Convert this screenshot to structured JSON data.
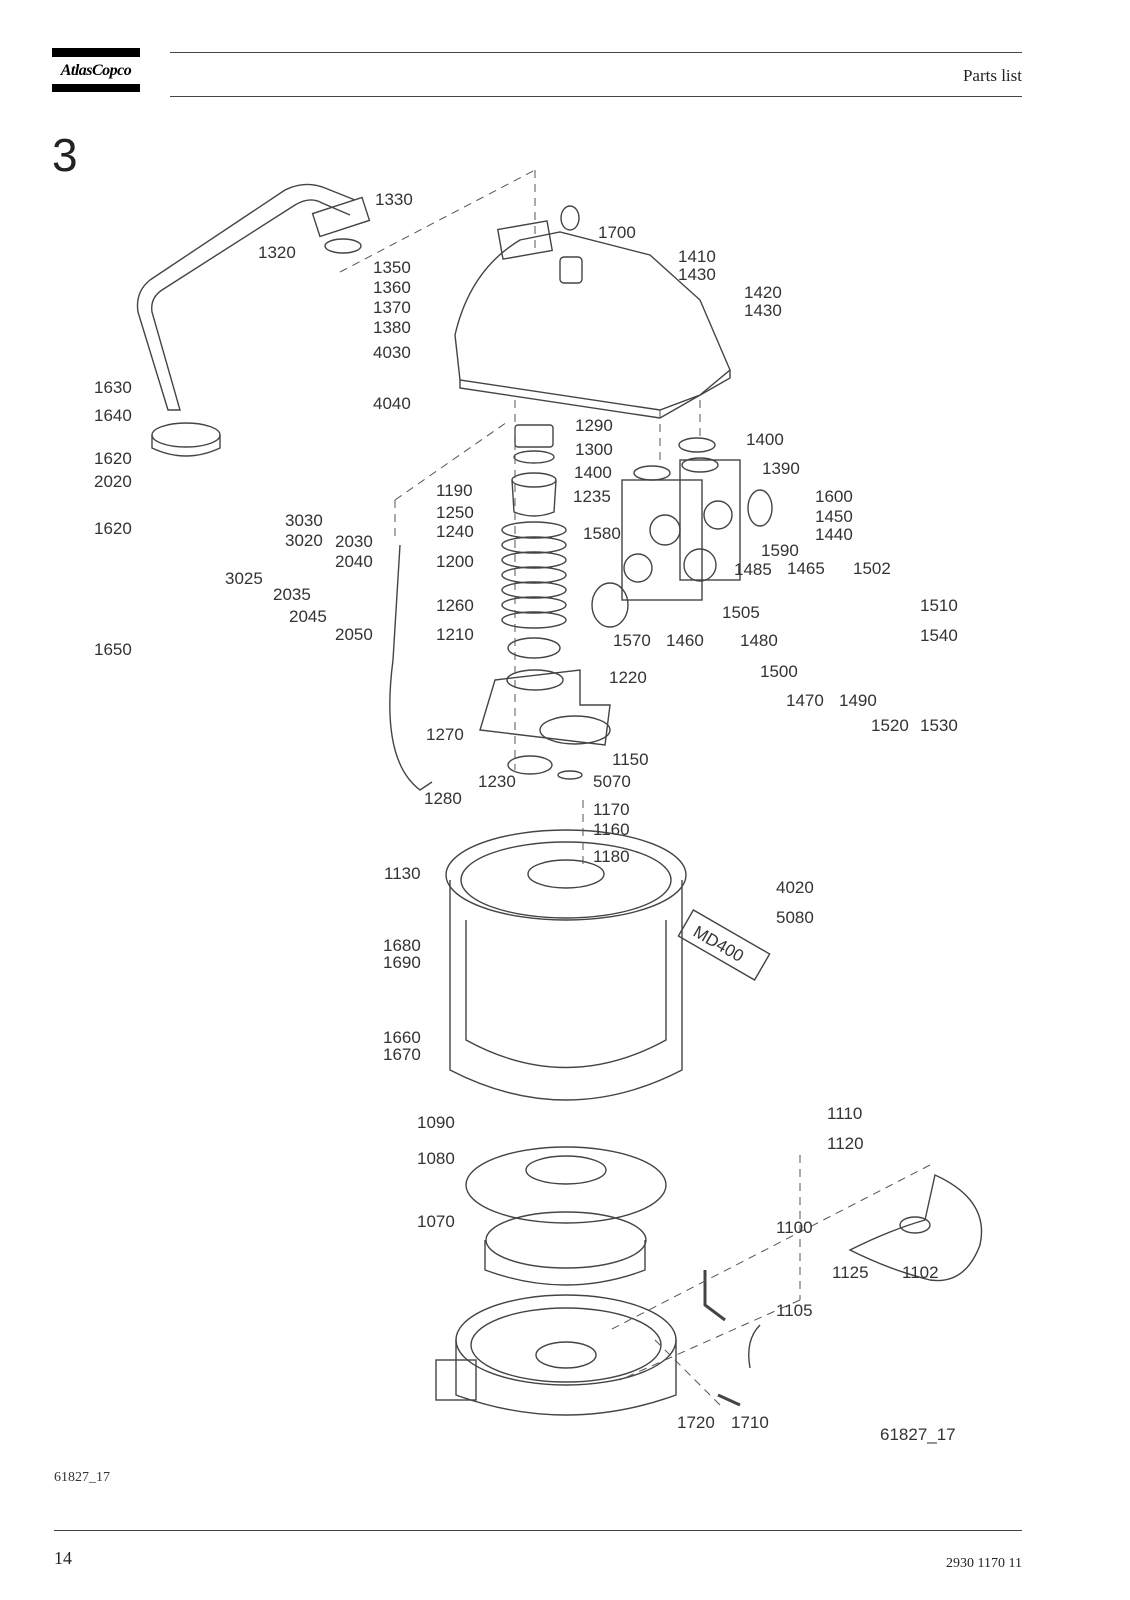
{
  "header": {
    "logo_text": "AtlasCopco",
    "title": "Parts list"
  },
  "section_number": "3",
  "figure_reference": "61827_17",
  "drawing": {
    "figure_label": "61827_17",
    "badge_text": "MD400",
    "part_labels": [
      "1330",
      "1320",
      "1700",
      "1410",
      "1430",
      "1420",
      "1430",
      "1350",
      "1360",
      "1370",
      "1380",
      "4030",
      "4040",
      "1630",
      "1640",
      "1620",
      "2020",
      "1620",
      "3030",
      "3020",
      "2030",
      "2040",
      "3025",
      "2035",
      "2045",
      "2050",
      "1650",
      "1290",
      "1300",
      "1400",
      "1390",
      "1400",
      "1190",
      "1235",
      "1250",
      "1240",
      "1580",
      "1600",
      "1450",
      "1440",
      "1590",
      "1485",
      "1465",
      "1502",
      "1200",
      "1260",
      "1505",
      "1510",
      "1570",
      "1460",
      "1480",
      "1210",
      "1540",
      "1500",
      "1220",
      "1470",
      "1490",
      "1520",
      "1530",
      "1270",
      "1150",
      "1230",
      "5070",
      "1280",
      "1170",
      "1160",
      "1180",
      "1130",
      "4020",
      "5080",
      "1680",
      "1690",
      "1660",
      "1670",
      "1090",
      "1110",
      "1120",
      "1080",
      "1070",
      "1100",
      "1125",
      "1102",
      "1105",
      "1720",
      "1710"
    ]
  },
  "footer": {
    "page_number": "14",
    "document_number": "2930 1170 11"
  }
}
